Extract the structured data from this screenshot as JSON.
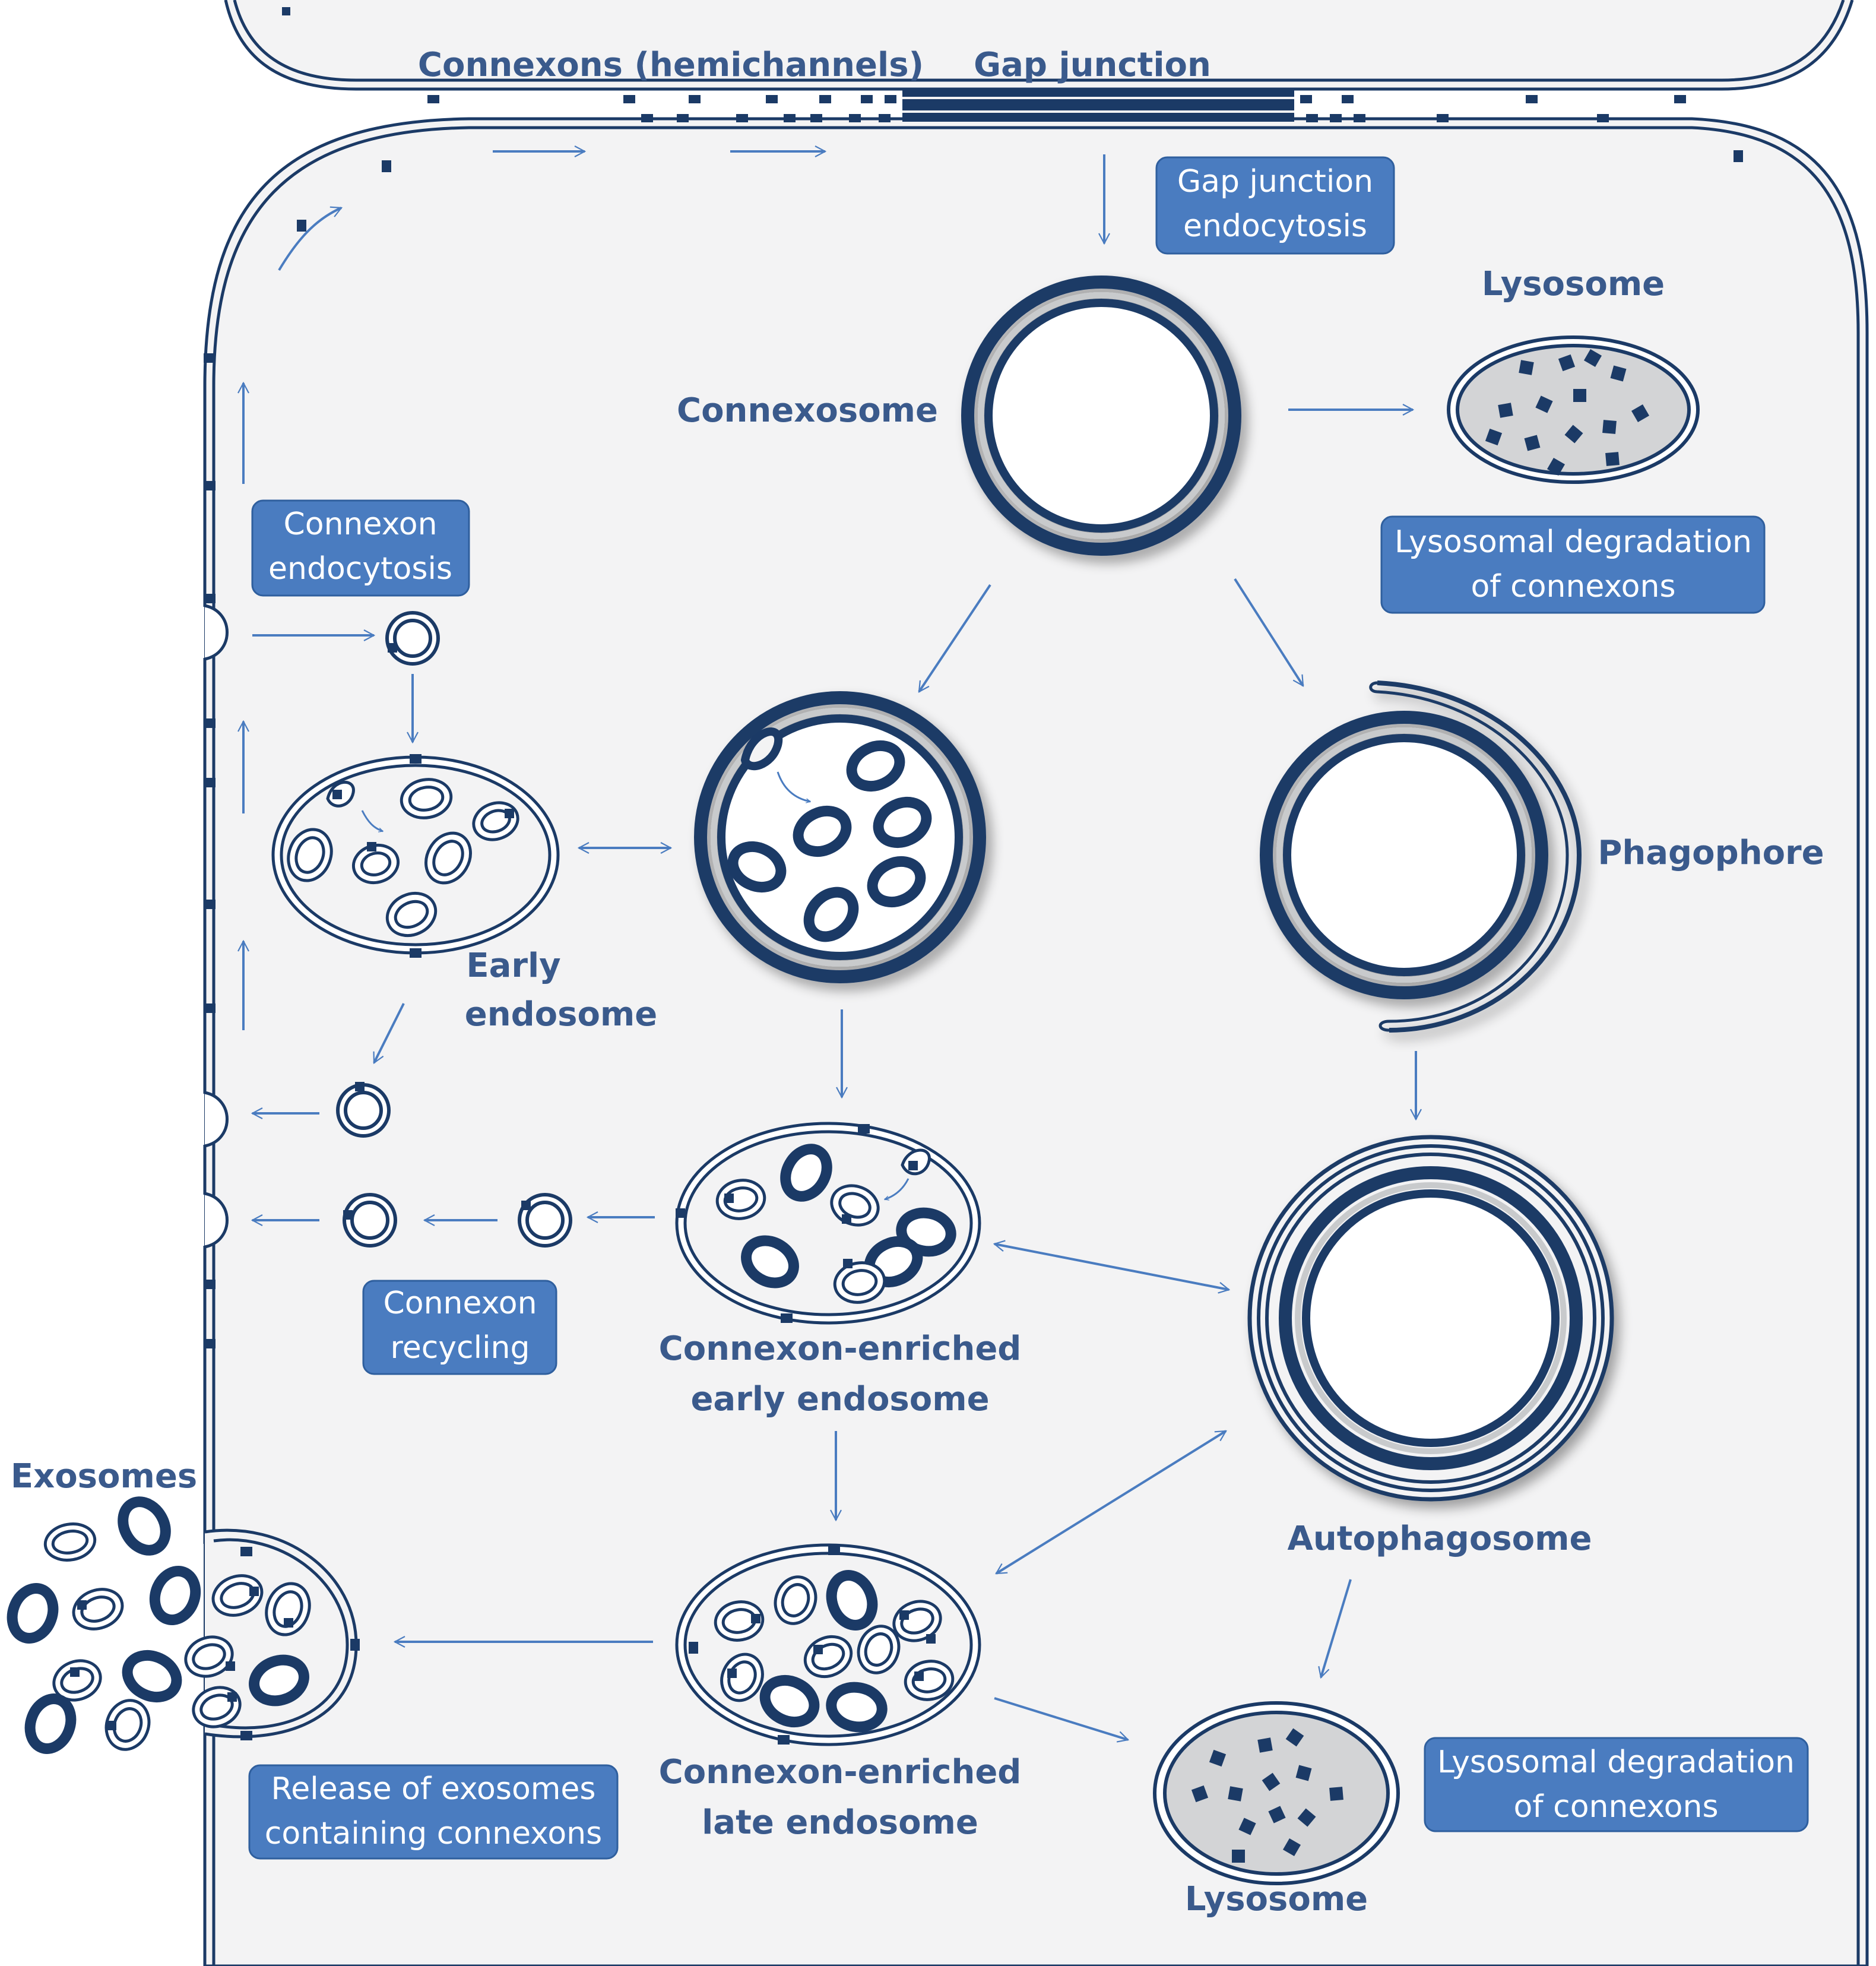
{
  "labels": {
    "connexons": "Connexons (hemichannels)",
    "gap_junction": "Gap junction",
    "connexosome": "Connexosome",
    "lysosome_top": "Lysosome",
    "phagophore": "Phagophore",
    "early_endosome_l1": "Early",
    "early_endosome_l2": "endosome",
    "cee_l1": "Connexon-enriched",
    "cee_l2": "early endosome",
    "cle_l1": "Connexon-enriched",
    "cle_l2": "late endosome",
    "autophagosome": "Autophagosome",
    "exosomes": "Exosomes",
    "lysosome_bottom": "Lysosome"
  },
  "boxes": {
    "gj_endocytosis": [
      "Gap junction",
      "endocytosis"
    ],
    "lys_degradation_top": [
      "Lysosomal degradation",
      "of connexons"
    ],
    "connexon_endocytosis": [
      "Connexon",
      "endocytosis"
    ],
    "connexon_recycling": [
      "Connexon",
      "recycling"
    ],
    "release_exosomes": [
      "Release of exosomes",
      "containing connexons"
    ],
    "lys_degradation_bottom": [
      "Lysosomal degradation",
      "of connexons"
    ]
  },
  "colors": {
    "dark_navy": "#1b3a66",
    "arrow_blue": "#4a7cc0",
    "label_blue": "#3a5a8c",
    "box_fill": "#4a7cc0",
    "cell_fill": "#f3f3f4",
    "lysosome_fill": "#d3d4d6"
  }
}
